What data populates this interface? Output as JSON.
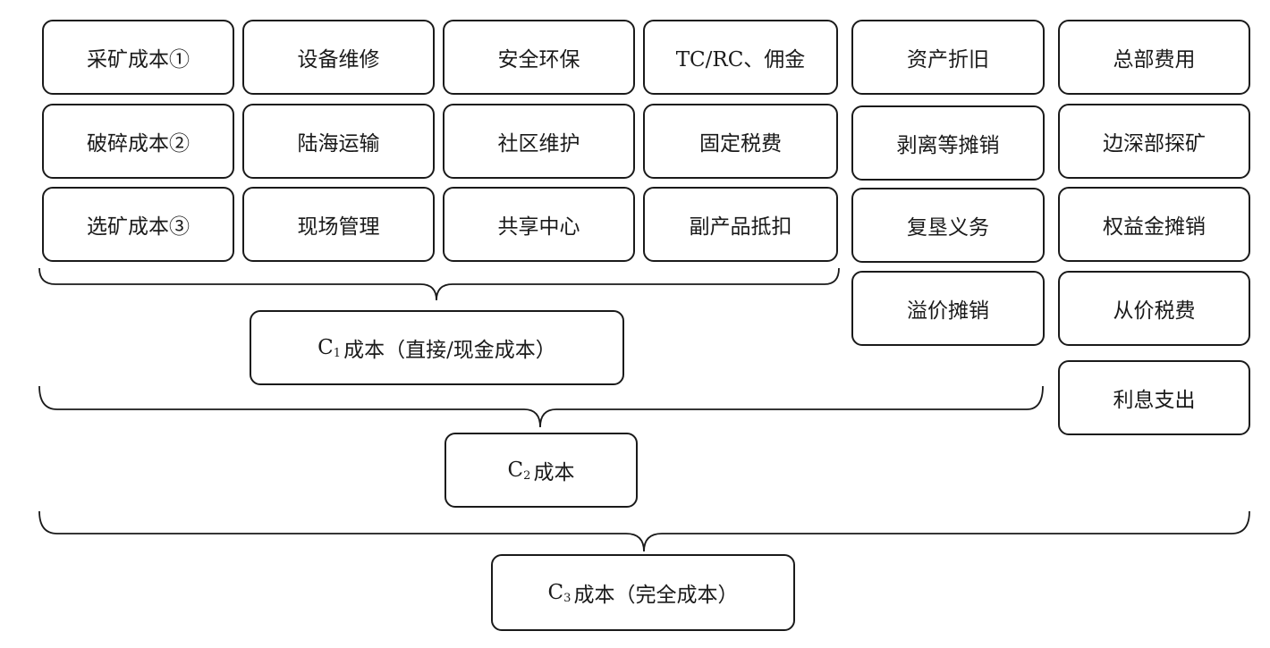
{
  "c1_items": {
    "row1": [
      "采矿成本①",
      "设备维修",
      "安全环保",
      "TC/RC、佣金"
    ],
    "row2": [
      "破碎成本②",
      "陆海运输",
      "社区维护",
      "固定税费"
    ],
    "row3": [
      "选矿成本③",
      "现场管理",
      "共享中心",
      "副产品抵扣"
    ]
  },
  "c2_items": [
    "资产折旧",
    "剥离等摊销",
    "复垦义务",
    "溢价摊销"
  ],
  "c3_items": [
    "总部费用",
    "边深部探矿",
    "权益金摊销",
    "从价税费",
    "利息支出"
  ],
  "results": {
    "c1": {
      "letter": "C",
      "sub": "1",
      "label": "成本（直接/现金成本）"
    },
    "c2": {
      "letter": "C",
      "sub": "2",
      "label": "成本"
    },
    "c3": {
      "letter": "C",
      "sub": "3",
      "label": "成本（完全成本）"
    }
  }
}
